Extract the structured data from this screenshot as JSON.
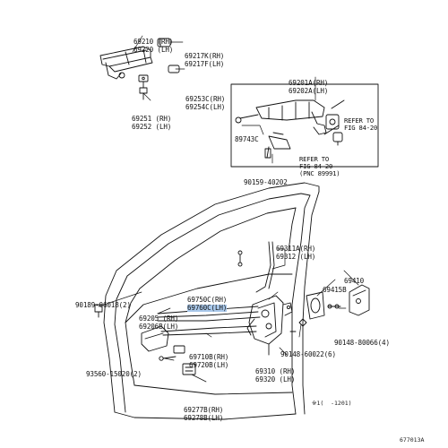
{
  "parts": {
    "handle_rh": "69210 (RH)",
    "handle_lh": "69220 (LH)",
    "cap_rh": "69217K(RH)",
    "cap_lh": "69217F(LH)",
    "pad_rh": "69253C(RH)",
    "pad_lh": "69254C(LH)",
    "frame_rh": "69251 (RH)",
    "frame_lh": "69252 (LH)",
    "lock_assy_rh": "69201A(RH)",
    "lock_assy_lh": "69202A(LH)",
    "cylinder": "89743C",
    "screw_top": "90159-40202",
    "link_rh": "69311A(RH)",
    "link_lh": "69312 (LH)",
    "cover": "69415B",
    "striker": "69410",
    "cable_rh": "69750C(RH)",
    "cable_lh": "69760C(LH)",
    "clip": "90189-06018(2)",
    "rod_rh": "69205 (RH)",
    "rod_lh": "69206B(LH)",
    "screw_striker": "90148-80066(4)",
    "control_rh": "69710B(RH)",
    "control_lh": "69720B(LH)",
    "screw_lock": "90148-60022(6)",
    "bolt": "93560-15020(2)",
    "latch_rh": "69310 (RH)",
    "latch_lh": "69320 (LH)",
    "handle_inner_rh": "69277B(RH)",
    "handle_inner_lh": "69278B(LH)"
  },
  "refs": {
    "ref1": [
      "REFER TO",
      "FIG 84-20"
    ],
    "ref2": [
      "REFER TO",
      "FIG 84-20",
      "(PNC 89991)"
    ]
  },
  "footer": {
    "code": "※1(  -1201)",
    "figure_id": "677013A"
  },
  "colors": {
    "highlight": "#a9c8ea",
    "ink": "#111111"
  }
}
